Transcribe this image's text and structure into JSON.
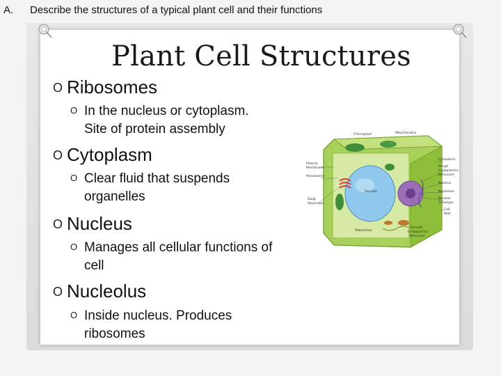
{
  "question": {
    "number": "A.",
    "text": "Describe the structures of a typical plant cell and their functions"
  },
  "slide": {
    "title": "Plant Cell Structures",
    "bullet_mark": "O",
    "items": [
      {
        "heading": "Ribosomes",
        "detail_line1": "In the nucleus or cytoplasm.",
        "detail_line2": "Site of protein assembly"
      },
      {
        "heading": "Cytoplasm",
        "detail_line1": "Clear fluid that suspends",
        "detail_line2": "organelles"
      },
      {
        "heading": "Nucleus",
        "detail_line1": "Manages all cellular functions of",
        "detail_line2": "cell"
      },
      {
        "heading": "Nucleolus",
        "detail_line1": "Inside nucleus.  Produces",
        "detail_line2": "ribosomes"
      }
    ]
  },
  "diagram": {
    "labels": {
      "chloroplast": "Chloroplast",
      "mitochondria": "Mitochondria",
      "plasma_membrane_1": "Plasma",
      "plasma_membrane_2": "Membrane",
      "peroxisome": "Peroxisome",
      "vacuole": "Vacuole",
      "golgi_1": "Golgi",
      "golgi_2": "Apparatus",
      "ribosomes": "Ribosomes",
      "smooth_er_1": "Smooth",
      "smooth_er_2": "Endoplasmic",
      "smooth_er_3": "Reticulum",
      "cytoplasm": "Cytoplasm",
      "rough_er_1": "Rough",
      "rough_er_2": "Endoplasmic",
      "rough_er_3": "Reticulum",
      "nucleus": "Nucleus",
      "nucleolus": "Nucleolus",
      "nuclear_envelope_1": "Nuclear",
      "nuclear_envelope_2": "Envelope",
      "cell_wall_1": "Cell",
      "cell_wall_2": "Wall"
    },
    "colors": {
      "cell_wall": "#8fbf3a",
      "cytoplasm": "#cfe59a",
      "vacuole": "#8fc8ec",
      "nucleus": "#9a6fb8",
      "chloroplast": "#3f8f3a",
      "golgi": "#d63a3a"
    }
  }
}
